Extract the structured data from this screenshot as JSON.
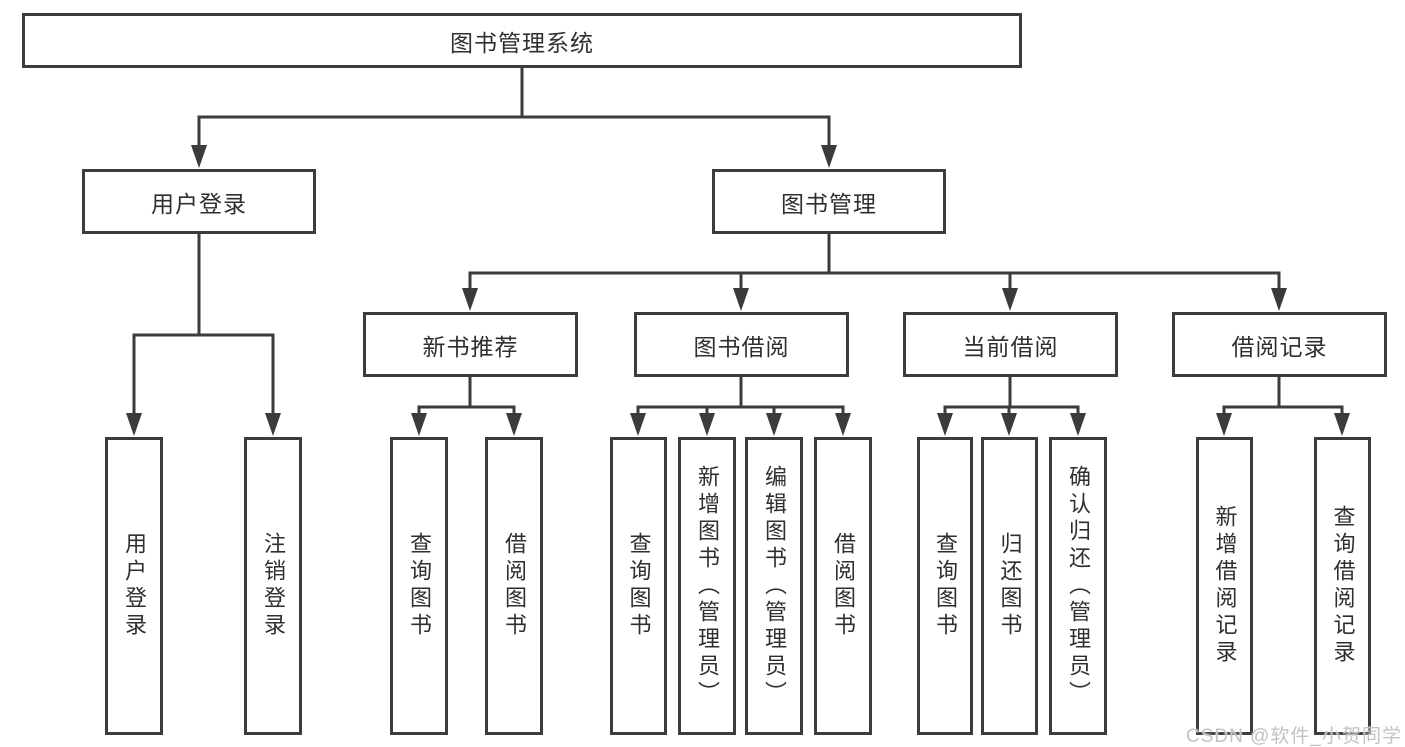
{
  "title_block": {
    "label": "图书管理系统"
  },
  "branches": {
    "login": {
      "label": "用户登录",
      "leaves": [
        {
          "label": "用户登录"
        },
        {
          "label": "注销登录"
        }
      ]
    },
    "management": {
      "label": "图书管理",
      "sections": [
        {
          "label": "新书推荐",
          "leaves": [
            {
              "label": "查询图书"
            },
            {
              "label": "借阅图书"
            }
          ]
        },
        {
          "label": "图书借阅",
          "leaves": [
            {
              "label": "查询图书"
            },
            {
              "label": "新增图书（管理员）"
            },
            {
              "label": "编辑图书（管理员）"
            },
            {
              "label": "借阅图书"
            }
          ]
        },
        {
          "label": "当前借阅",
          "leaves": [
            {
              "label": "查询图书"
            },
            {
              "label": "归还图书"
            },
            {
              "label": "确认归还（管理员）"
            }
          ]
        },
        {
          "label": "借阅记录",
          "leaves": [
            {
              "label": "新增借阅记录"
            },
            {
              "label": "查询借阅记录"
            }
          ]
        }
      ]
    }
  },
  "watermark": {
    "text": "CSDN @软件_小贺同学"
  },
  "colors": {
    "line": "#3b3b3b",
    "text": "#2f2f2f",
    "watermark": "#c3c3c3",
    "background": "#ffffff"
  }
}
